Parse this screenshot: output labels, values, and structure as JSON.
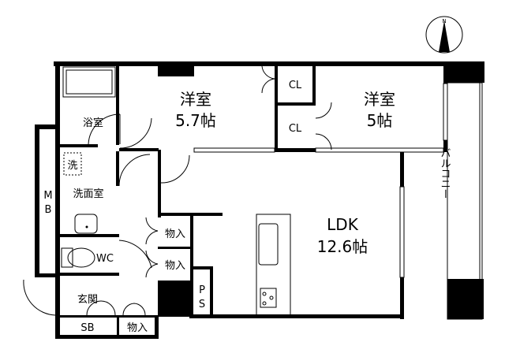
{
  "compass": {
    "north_label": "N"
  },
  "rooms": {
    "bath": "浴室",
    "washer": "洗",
    "washroom": "洗面室",
    "mb": [
      "M",
      "B"
    ],
    "wc": "WC",
    "entrance": "玄関",
    "shoe_box": "SB",
    "storage_bottom": "物入",
    "storage_1": "物入",
    "storage_2": "物入",
    "ps": [
      "P",
      "S"
    ],
    "western_room_1": {
      "name": "洋室",
      "size": "5.7帖"
    },
    "closet_1": "CL",
    "closet_2": "CL",
    "western_room_2": {
      "name": "洋室",
      "size": "5帖"
    },
    "ldk": {
      "name": "LDK",
      "size": "12.6帖"
    },
    "balcony": "バルコニー"
  }
}
